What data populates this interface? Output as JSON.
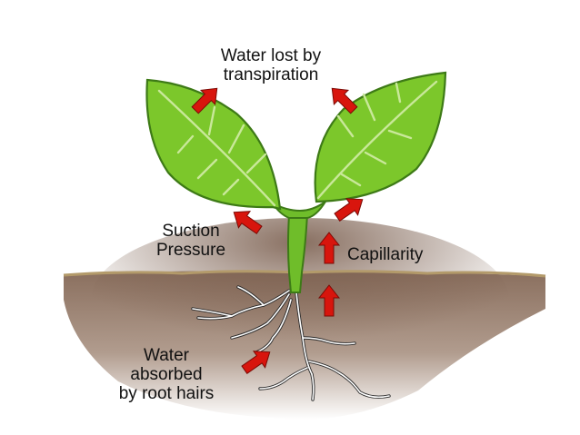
{
  "labels": {
    "transpiration": {
      "line1": "Water lost by",
      "line2": "transpiration"
    },
    "suction": {
      "line1": "Suction",
      "line2": "Pressure"
    },
    "capillarity": {
      "line1": "Capillarity"
    },
    "absorbed": {
      "line1": "Water",
      "line2": "absorbed",
      "line3": "by root hairs"
    }
  },
  "colors": {
    "leaf": "#7cc72b",
    "leaf_dark": "#3d7a16",
    "vein": "#c9e89a",
    "stem": "#6fbd2a",
    "soil": "#9b8171",
    "ground_line": "#b39a6a",
    "root": "#ffffff",
    "arrow": "#d8150d"
  },
  "icons": [
    "arrow-up-right-icon",
    "arrow-up-left-icon",
    "arrow-up-icon"
  ]
}
